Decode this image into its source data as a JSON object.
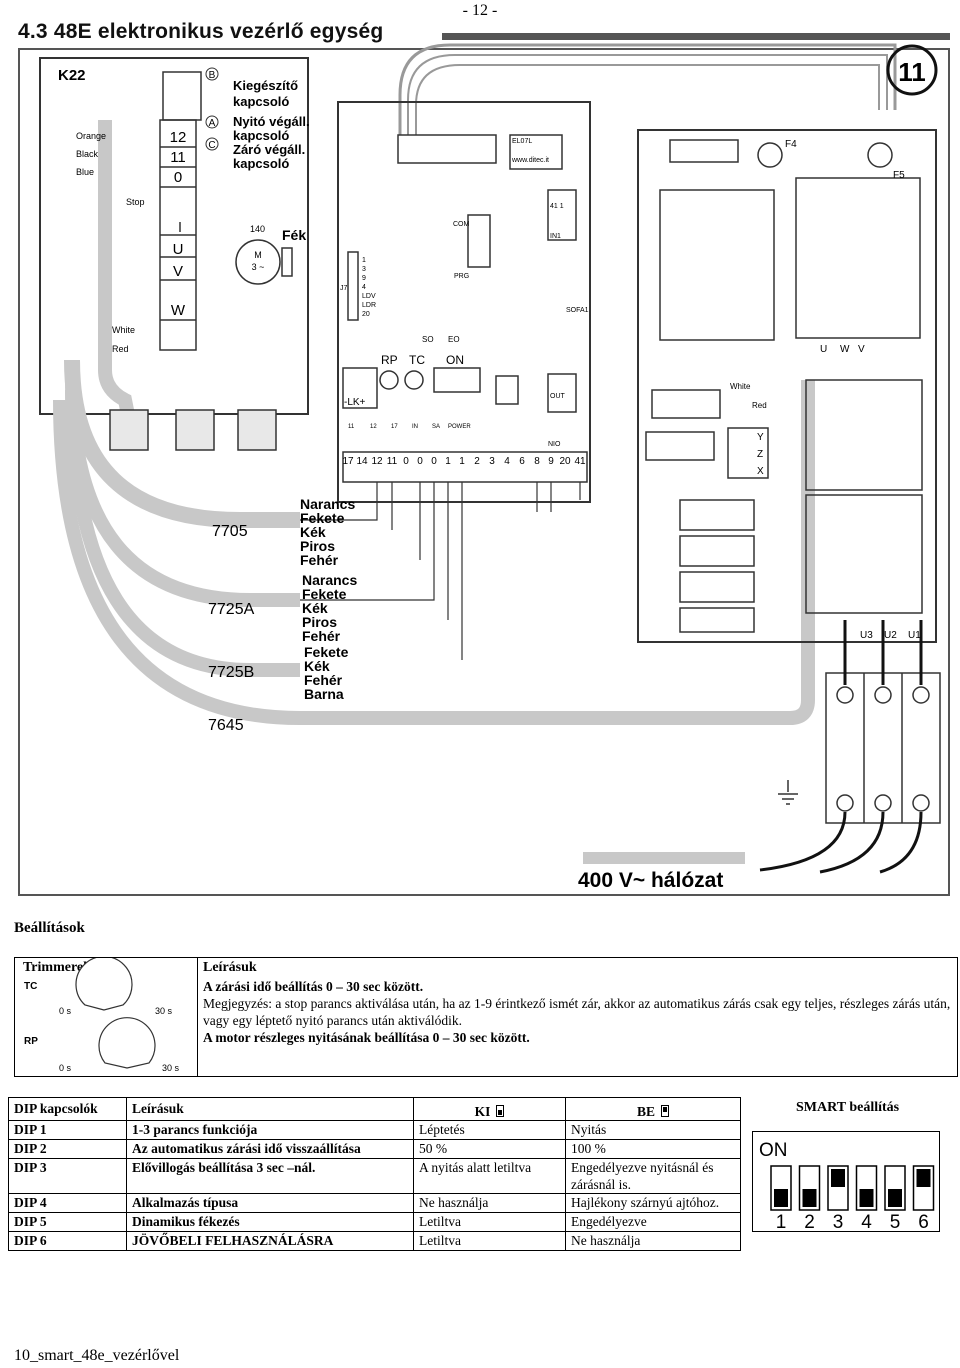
{
  "page_number": "- 12 -",
  "section_title": "4.3   48E elektronikus vezérlő egység",
  "diagram": {
    "figure_number": "11",
    "k22": "K22",
    "motor_switches": [
      {
        "letter": "B",
        "label": "Kiegészítő\nkapcsoló"
      },
      {
        "letter": "A",
        "label": "Nyitó végáll.\nkapcsoló"
      },
      {
        "letter": "C",
        "label": "Záró végáll.\nkapcsoló"
      }
    ],
    "terminal_labels": [
      "12",
      "11",
      "0",
      "U",
      "V",
      "W"
    ],
    "wire_labels": [
      "Orange",
      "Black",
      "Blue",
      "Stop",
      "White",
      "Red"
    ],
    "motor": "M\n3 ~",
    "motor_num": "140",
    "brake": "Fék",
    "board_codes": [
      "EL07L",
      "www.ditec.it",
      "COM",
      "PRG",
      "SOFA1",
      "IN1",
      "41 1",
      "OUT",
      "NIO",
      "J7"
    ],
    "j7_pins": [
      "1",
      "3",
      "9",
      "4",
      "LDV",
      "LDR",
      "20"
    ],
    "trimmer_labels": [
      "RP",
      "TC",
      "ON",
      "SO",
      "EO",
      "-LK+"
    ],
    "leds": [
      "11",
      "12",
      "17",
      "IN",
      "SA",
      "POWER"
    ],
    "terminal_strip": [
      "17",
      "14",
      "12",
      "11",
      "0",
      "0",
      "0",
      "1",
      "1",
      "2",
      "3",
      "4",
      "6",
      "8",
      "9",
      "20",
      "41"
    ],
    "cables": [
      {
        "code": "7705",
        "wires": [
          "Narancs",
          "Fekete",
          "Kék",
          "Piros",
          "Fehér"
        ]
      },
      {
        "code": "7725A",
        "wires": [
          "Narancs",
          "Fekete",
          "Kék",
          "Piros",
          "Fehér"
        ]
      },
      {
        "code": "7725B",
        "wires": [
          "Fekete",
          "Kék",
          "Fehér",
          "Barna"
        ]
      },
      {
        "code": "7645",
        "wires": []
      }
    ],
    "fuses": [
      "F4",
      "F5"
    ],
    "power_side": [
      "U",
      "W",
      "V",
      "White",
      "Red",
      "Y",
      "Z",
      "X",
      "U3",
      "U2",
      "U1"
    ],
    "mains": "400 V~ hálózat"
  },
  "settings_heading": "Beállítások",
  "trimmers": {
    "col1": "Trimmerek",
    "col2": "Leírásuk",
    "tc": {
      "name": "TC",
      "min": "0 s",
      "max": "30 s"
    },
    "rp": {
      "name": "RP",
      "min": "0 s",
      "max": "30 s"
    },
    "line1": "A zárási idő beállítás 0 – 30 sec között.",
    "line2": "Megjegyzés: a stop parancs aktiválása után, ha az 1-9 érintkező ismét zár, akkor az automatikus zárás csak egy teljes, részleges zárás után, vagy egy léptető nyitó parancs után aktiválódik.",
    "line3": "A motor részleges nyitásának beállítása 0 – 30 sec között."
  },
  "dip": {
    "headers": [
      "DIP kapcsolók",
      "Leírásuk",
      "KI",
      "BE"
    ],
    "rows": [
      {
        "dip": "DIP 1",
        "desc": "1-3 parancs funkciója",
        "off": "Léptetés",
        "on": "Nyitás"
      },
      {
        "dip": "DIP 2",
        "desc": "Az automatikus zárási idő visszaállítása",
        "off": "50 %",
        "on": "100 %"
      },
      {
        "dip": "DIP 3",
        "desc": "Elővillogás beállítása 3 sec –nál.",
        "off": "A nyitás alatt letiltva",
        "on": "Engedélyezve nyitásnál és zárásnál is."
      },
      {
        "dip": "DIP 4",
        "desc": "Alkalmazás típusa",
        "off": "Ne használja",
        "on": "Hajlékony szárnyú ajtóhoz."
      },
      {
        "dip": "DIP 5",
        "desc": "Dinamikus fékezés",
        "off": "Letiltva",
        "on": "Engedélyezve"
      },
      {
        "dip": "DIP 6",
        "desc": "JÖVŐBELI FELHASZNÁLÁSRA",
        "off": "Letiltva",
        "on": "Ne használja"
      }
    ]
  },
  "smart": {
    "title": "SMART beállítás",
    "on_label": "ON",
    "numbers": [
      "1",
      "2",
      "3",
      "4",
      "5",
      "6"
    ],
    "positions": [
      "off",
      "off",
      "on",
      "off",
      "off",
      "on"
    ]
  },
  "footer": "10_smart_48e_vezérlővel"
}
